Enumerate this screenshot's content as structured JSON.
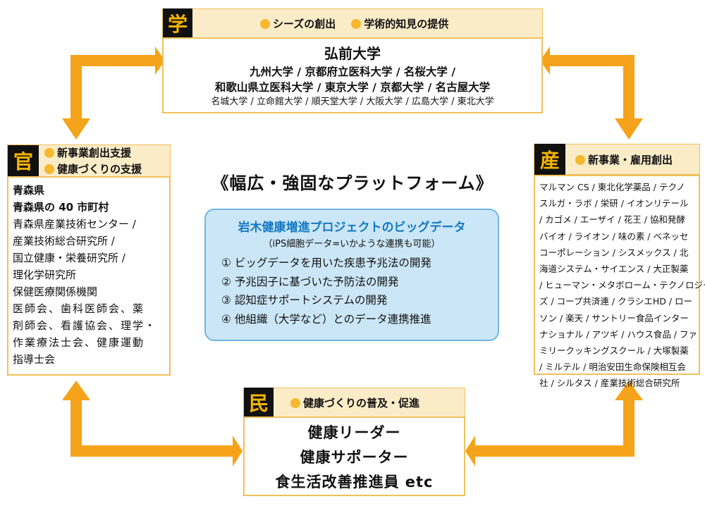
{
  "gaku": {
    "kanji": "学",
    "tags": [
      "シーズの創出",
      "学術的知見の提供"
    ],
    "main": "弘前大学",
    "lines_bold": [
      "九州大学 / 京都府立医科大学 / 名桜大学 /",
      "和歌山県立医科大学 / 東京大学 / 京都大学 / 名古屋大学"
    ],
    "line_small": "名城大学 / 立命館大学 / 順天堂大学 / 大阪大学 / 広島大学 / 東北大学"
  },
  "kan": {
    "kanji": "官",
    "tags": [
      "新事業創出支援",
      "健康づくりの支援"
    ],
    "lines": [
      "青森県",
      "青森県の 40 市町村",
      "青森県産業技術センター /",
      "産業技術総合研究所 /",
      "国立健康・栄養研究所 /",
      "理化学研究所",
      "保健医療関係機関",
      "医師会、歯科医師会、薬",
      "剤師会、看護協会、理学・",
      "作業療法士会、健康運動",
      "指導士会"
    ]
  },
  "san": {
    "kanji": "産",
    "tags": [
      "新事業・雇用創出"
    ],
    "lines": [
      "マルマン CS / 東北化学薬品 / テクノ",
      "スルガ・ラボ / 栄研 / イオンリテール",
      "/ カゴメ / エーザイ / 花王 / 協和発酵",
      "バイオ / ライオン / 味の素 / ベネッセ",
      "コーポレーション / シスメックス / 北",
      "海道システム・サイエンス / 大正製薬",
      "/ ヒューマン・メタボローム・テクノロジー",
      "ズ / コープ共済連 / クラシエHD / ロー",
      "ソン / 楽天 / サントリー食品インター",
      "ナショナル / アツギ / ハウス食品 / ファ",
      "ミリークッキングスクール / 大塚製薬",
      "/ ミルテル / 明治安田生命保険相互会",
      "社 / シルタス / 産業技術総合研究所"
    ]
  },
  "min": {
    "kanji": "民",
    "tags": [
      "健康づくりの普及・促進"
    ],
    "lines": [
      "健康リーダー",
      "健康サポーター",
      "食生活改善推進員 etc"
    ]
  },
  "center": {
    "platform": "《幅広・強固なプラットフォーム》",
    "bigdata_title": "岩木健康増進プロジェクトのビッグデータ",
    "bigdata_note": "（iPS細胞データ=いかような連携も可能）",
    "items": [
      "① ビッグデータを用いた疾患予兆法の開発",
      "② 予兆因子に基づいた予防法の開発",
      "③ 認知症サポートシステムの開発",
      "④ 他組織（大学など）とのデータ連携推進"
    ]
  },
  "colors": {
    "arrow": "#f5a31a",
    "accent": "#f0c15a",
    "blue": "#1479c4"
  }
}
